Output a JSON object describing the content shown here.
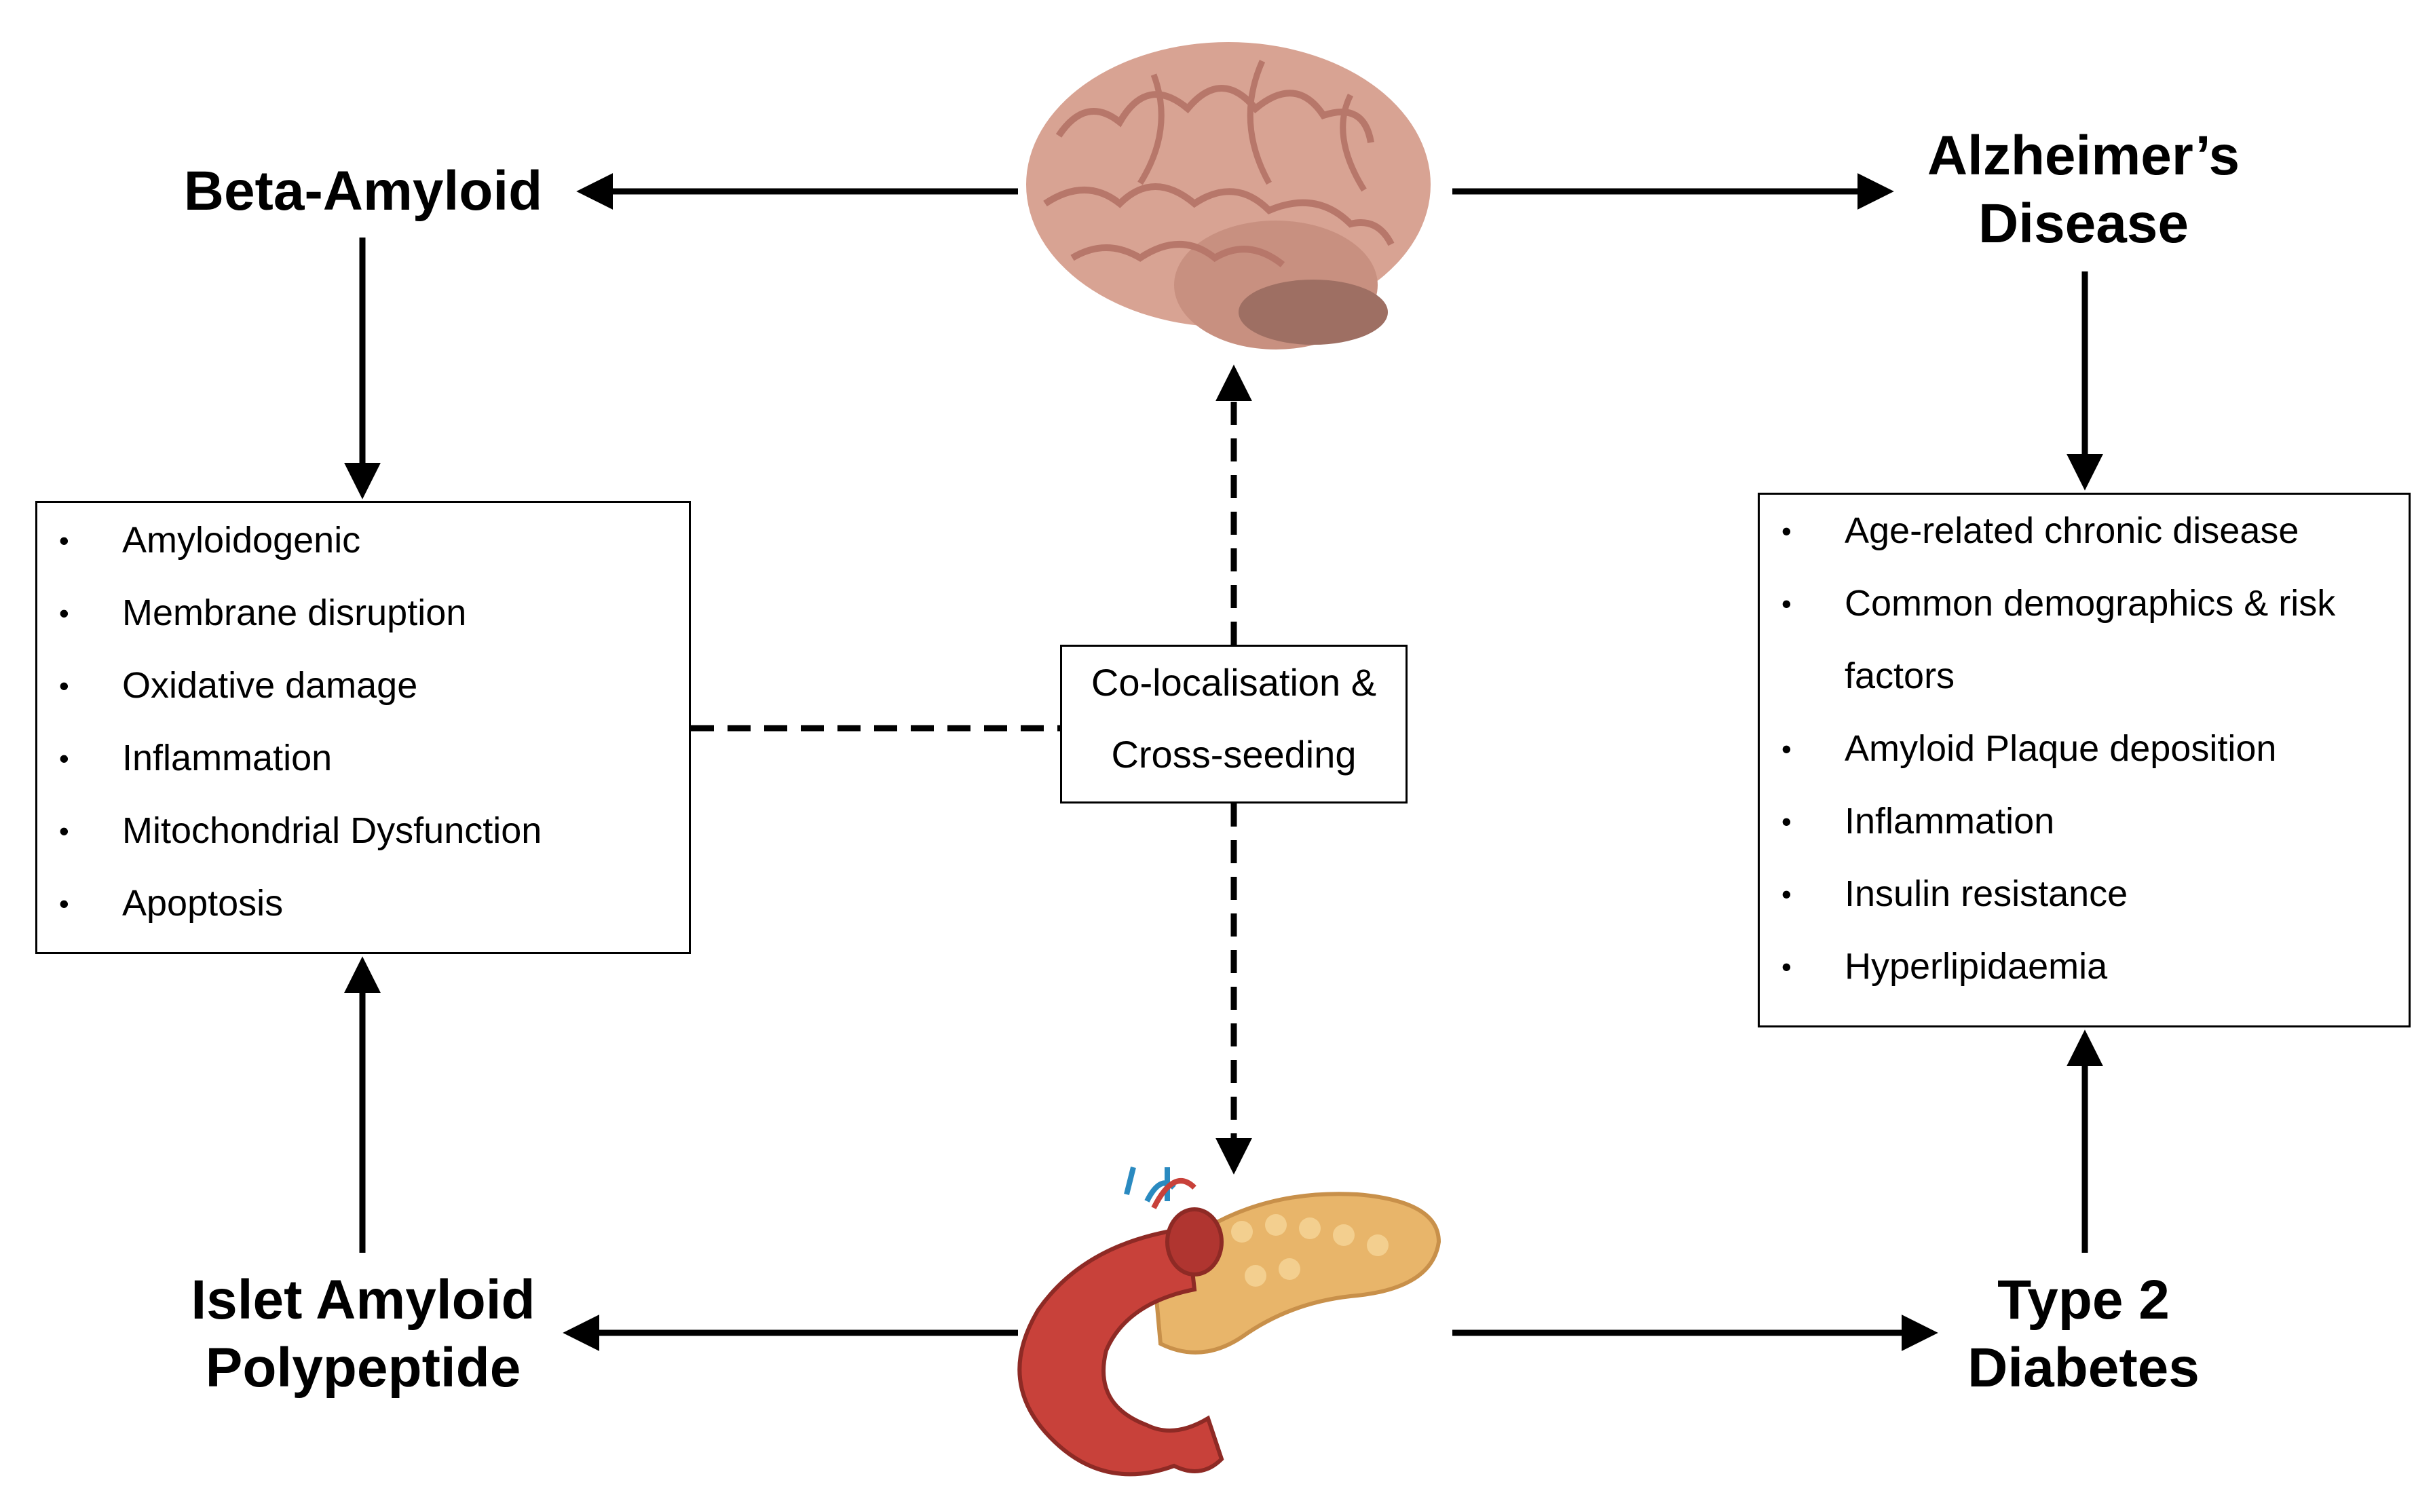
{
  "nodes": {
    "beta_amyloid": "Beta-Amyloid",
    "alzheimers": [
      "Alzheimer’s",
      "Disease"
    ],
    "iapp": [
      "Islet Amyloid",
      "Polypeptide"
    ],
    "t2d": [
      "Type 2",
      "Diabetes"
    ],
    "center_box": [
      "Co-localisation &",
      "Cross-seeding"
    ]
  },
  "left_list": [
    "Amyloidogenic",
    "Membrane disruption",
    "Oxidative damage",
    "Inflammation",
    "Mitochondrial Dysfunction",
    "Apoptosis"
  ],
  "right_list": [
    "Age-related chronic disease",
    "Common demographics & risk",
    "factors",
    "Amyloid Plaque deposition",
    "Inflammation",
    "Insulin resistance",
    "Hyperlipidaemia"
  ],
  "icons": {
    "top": "brain-icon",
    "bottom": "pancreas-icon"
  },
  "colors": {
    "brain": "#d69a8a",
    "pancreas": "#e8b56a",
    "duodenum": "#c8413a"
  }
}
